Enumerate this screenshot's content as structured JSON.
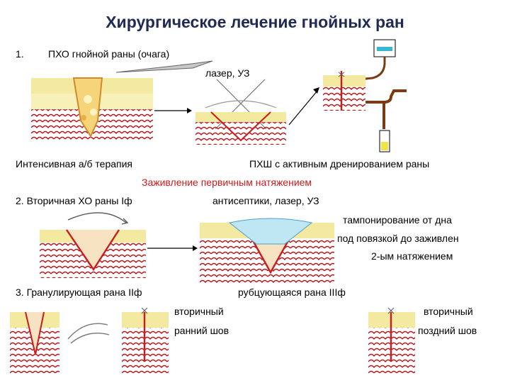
{
  "title": "Хирургическое лечение гнойных ран",
  "stage1": {
    "number": "1.",
    "label": "ПХО  гнойной раны  (очага)",
    "tools": "лазер, УЗ",
    "therapy": "Интенсивная а/б терапия",
    "suture": "ПХШ с активным дренированием раны",
    "healing": "Заживление первичным натяжением"
  },
  "stage2": {
    "label": "2. Вторичная ХО  раны Iф",
    "means": "антисептики, лазер, УЗ",
    "tamponade_line1": "тампонирование от дна",
    "tamponade_line2": "под повязкой до заживлен",
    "tamponade_line3": "2-ым натяжением"
  },
  "stage3": {
    "label": "3. Гранулирующая рана IIф",
    "scarring": "рубцующаяся  рана  IIIф",
    "early_line1": "вторичный",
    "early_line2": "ранний шов",
    "late_line1": "вторичный",
    "late_line2": "поздний шов"
  },
  "colors": {
    "title": "#1f2a55",
    "accent_red": "#cc1b1b",
    "fat_yellow": "#f3e9a0",
    "tissue_red": "#b3151b",
    "drain_brown": "#7a3b10"
  }
}
